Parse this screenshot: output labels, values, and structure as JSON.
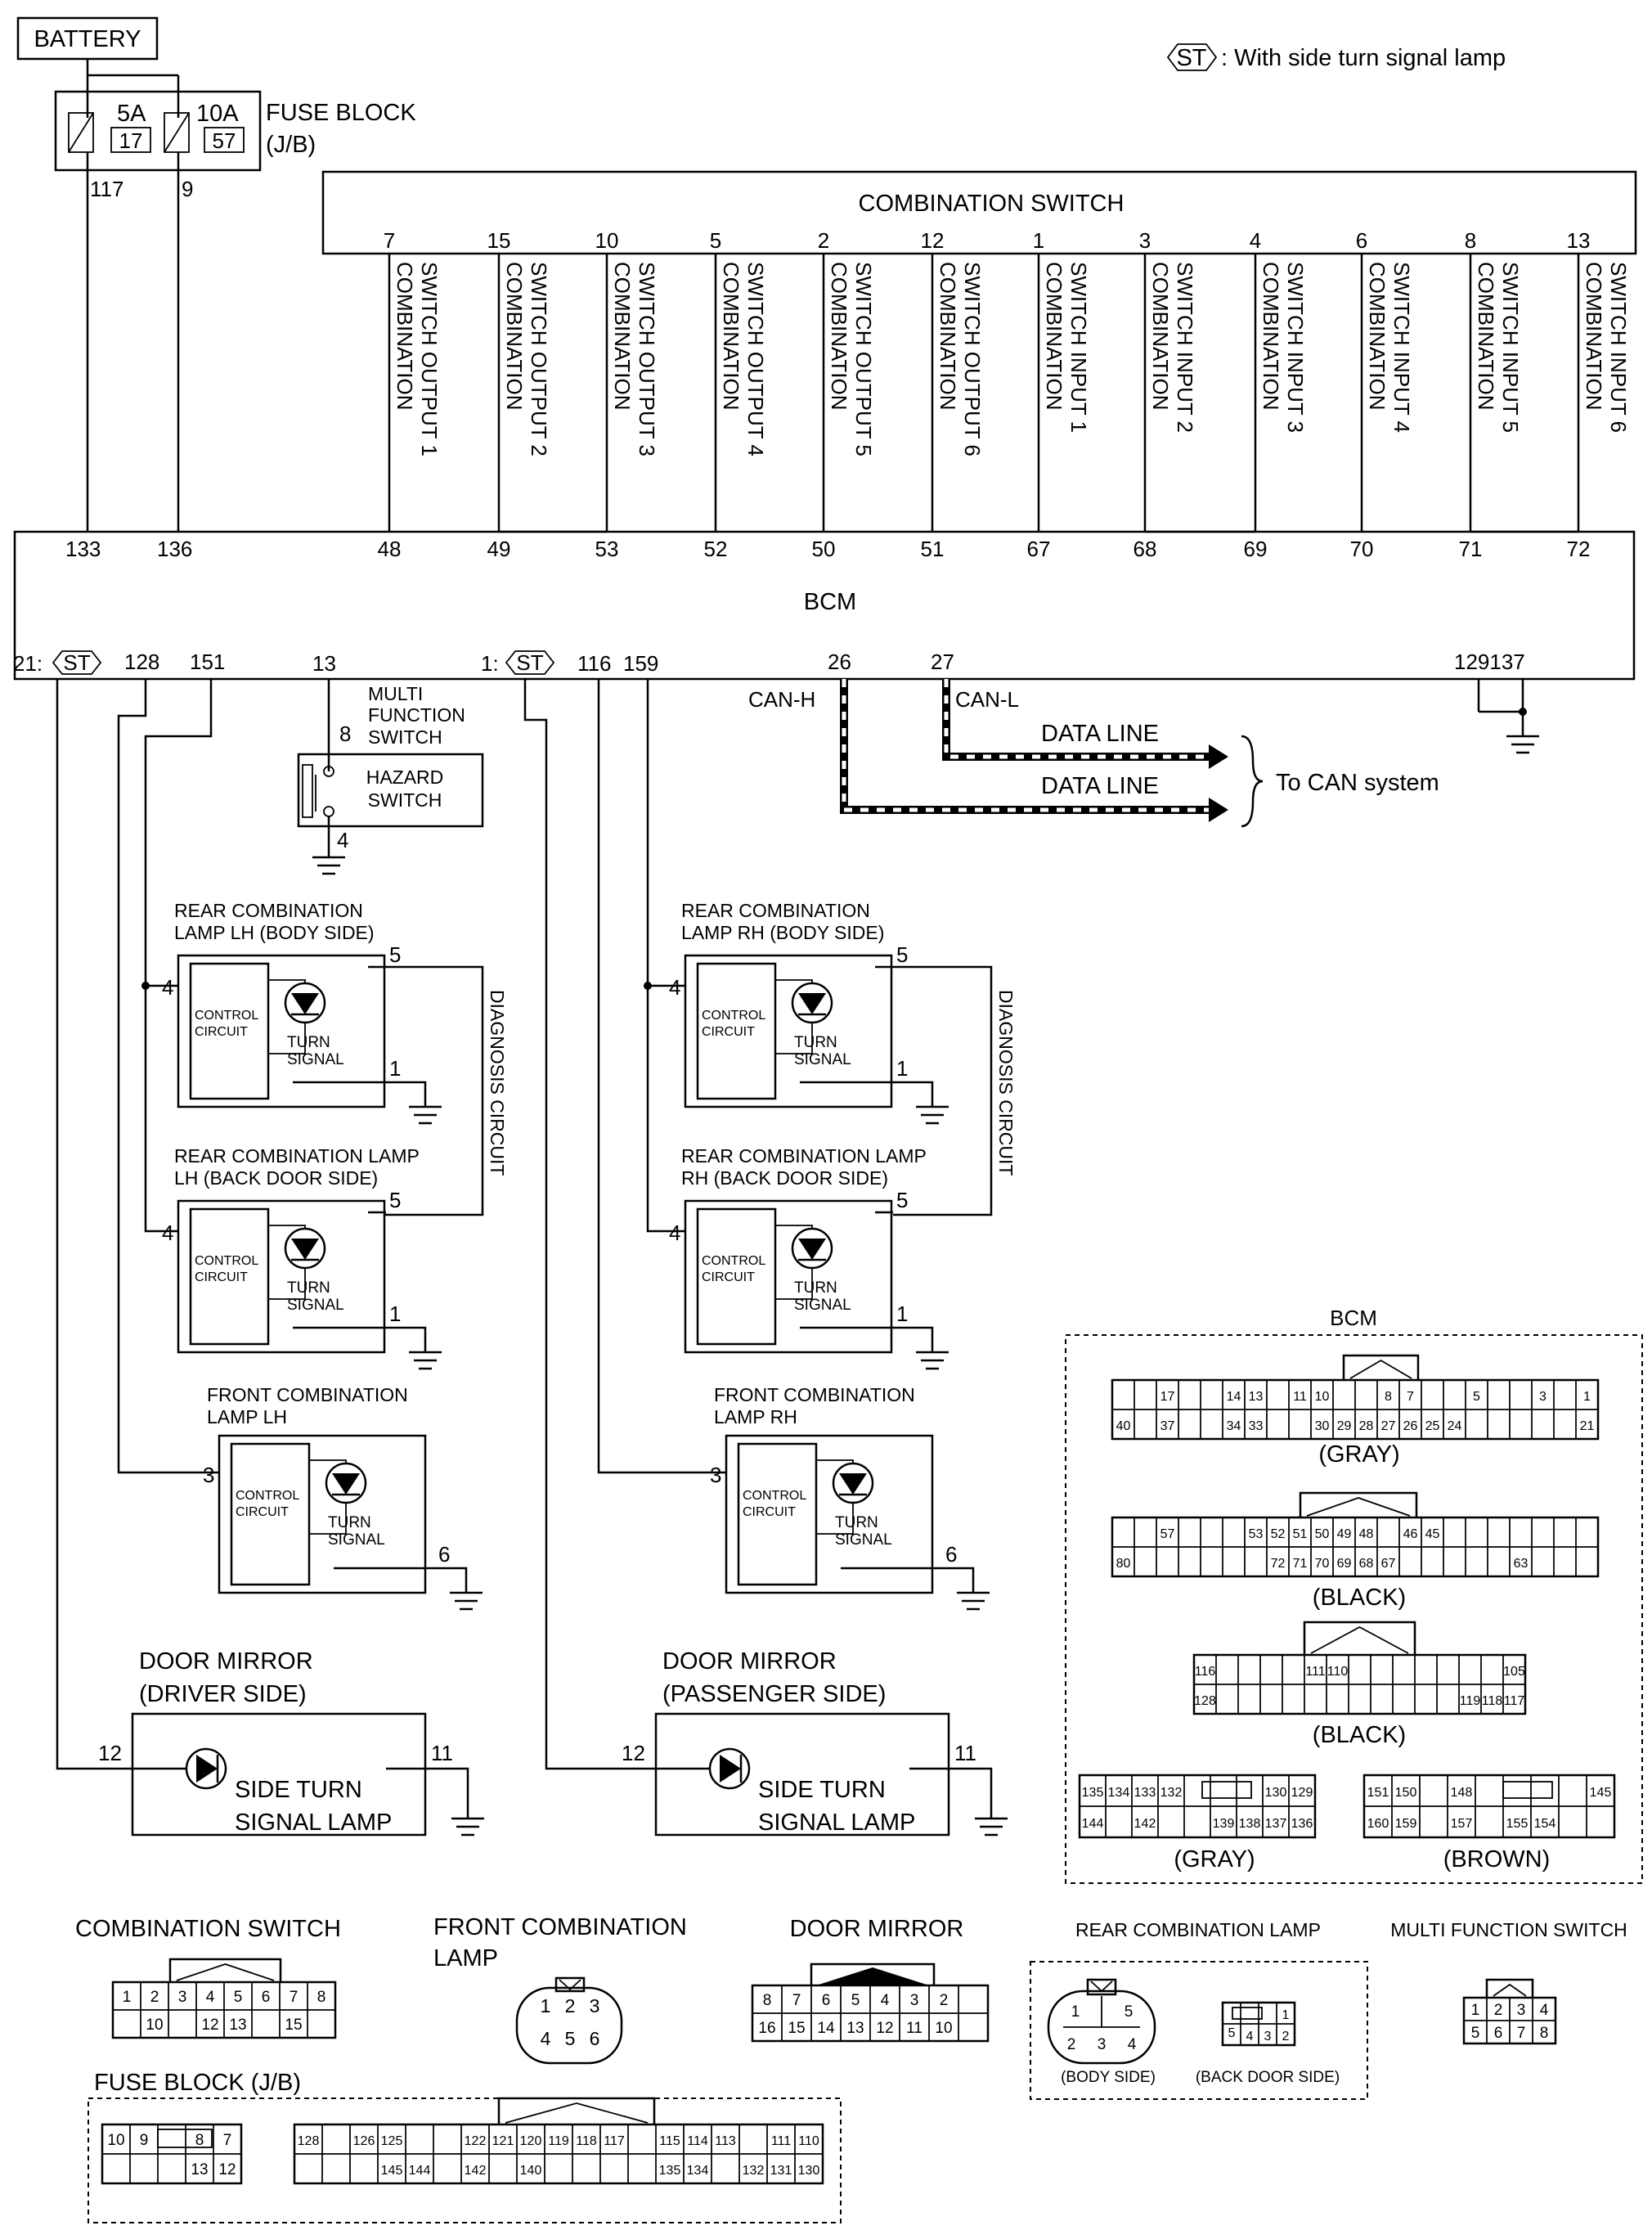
{
  "legend": {
    "code": "ST",
    "text": ": With side turn signal lamp"
  },
  "battery": {
    "label": "BATTERY"
  },
  "fuse_block": {
    "title": "FUSE BLOCK",
    "subtitle": "(J/B)",
    "fuses": [
      {
        "amps": "5A",
        "number": "17",
        "pin": "117"
      },
      {
        "amps": "10A",
        "number": "57",
        "pin": "9"
      }
    ]
  },
  "combination_switch": {
    "title": "COMBINATION SWITCH",
    "pins": [
      {
        "pin": "7",
        "name": "COMBINATION",
        "func": "SWITCH OUTPUT 1",
        "bcm": "48"
      },
      {
        "pin": "15",
        "name": "COMBINATION",
        "func": "SWITCH OUTPUT 2",
        "bcm": "49"
      },
      {
        "pin": "10",
        "name": "COMBINATION",
        "func": "SWITCH OUTPUT 3",
        "bcm": "53"
      },
      {
        "pin": "5",
        "name": "COMBINATION",
        "func": "SWITCH OUTPUT 4",
        "bcm": "52"
      },
      {
        "pin": "2",
        "name": "COMBINATION",
        "func": "SWITCH OUTPUT 5",
        "bcm": "50"
      },
      {
        "pin": "12",
        "name": "COMBINATION",
        "func": "SWITCH OUTPUT 6",
        "bcm": "51"
      },
      {
        "pin": "1",
        "name": "COMBINATION",
        "func": "SWITCH INPUT 1",
        "bcm": "67"
      },
      {
        "pin": "3",
        "name": "COMBINATION",
        "func": "SWITCH INPUT 2",
        "bcm": "68"
      },
      {
        "pin": "4",
        "name": "COMBINATION",
        "func": "SWITCH INPUT 3",
        "bcm": "69"
      },
      {
        "pin": "6",
        "name": "COMBINATION",
        "func": "SWITCH INPUT 4",
        "bcm": "70"
      },
      {
        "pin": "8",
        "name": "COMBINATION",
        "func": "SWITCH INPUT 5",
        "bcm": "71"
      },
      {
        "pin": "13",
        "name": "COMBINATION",
        "func": "SWITCH INPUT 6",
        "bcm": "72"
      }
    ]
  },
  "bcm": {
    "title": "BCM",
    "power_pins": [
      "133",
      "136"
    ],
    "bottom_pins": {
      "p21": "21:",
      "st": "ST",
      "p128": "128",
      "p151": "151",
      "p13": "13",
      "p1": "1:",
      "p116": "116",
      "p159": "159",
      "p26": "26",
      "p27": "27",
      "p129137": "129137"
    }
  },
  "can": {
    "h": "CAN-H",
    "l": "CAN-L",
    "line": "DATA LINE",
    "dest": "To CAN system"
  },
  "multi_function_switch": {
    "title": [
      "MULTI",
      "FUNCTION",
      "SWITCH"
    ],
    "box": [
      "HAZARD",
      "SWITCH"
    ],
    "pins": [
      "8",
      "4"
    ]
  },
  "lamps": [
    {
      "title": [
        "REAR COMBINATION",
        "LAMP LH (BODY SIDE)"
      ],
      "pin_in": "4",
      "pin_diag": "5",
      "pin_gnd": "1",
      "control": [
        "CONTROL",
        "CIRCUIT"
      ],
      "turn": [
        "TURN",
        "SIGNAL"
      ]
    },
    {
      "title": [
        "REAR COMBINATION LAMP",
        "LH (BACK DOOR SIDE)"
      ],
      "pin_in": "4",
      "pin_diag": "5",
      "pin_gnd": "1",
      "control": [
        "CONTROL",
        "CIRCUIT"
      ],
      "turn": [
        "TURN",
        "SIGNAL"
      ]
    },
    {
      "title": [
        "FRONT COMBINATION",
        "LAMP LH"
      ],
      "pin_in": "3",
      "pin_gnd": "6",
      "control": [
        "CONTROL",
        "CIRCUIT"
      ],
      "turn": [
        "TURN",
        "SIGNAL"
      ]
    },
    {
      "title": [
        "REAR COMBINATION",
        "LAMP RH (BODY SIDE)"
      ],
      "pin_in": "4",
      "pin_diag": "5",
      "pin_gnd": "1",
      "control": [
        "CONTROL",
        "CIRCUIT"
      ],
      "turn": [
        "TURN",
        "SIGNAL"
      ]
    },
    {
      "title": [
        "REAR COMBINATION LAMP",
        "RH (BACK DOOR SIDE)"
      ],
      "pin_in": "4",
      "pin_diag": "5",
      "pin_gnd": "1",
      "control": [
        "CONTROL",
        "CIRCUIT"
      ],
      "turn": [
        "TURN",
        "SIGNAL"
      ]
    },
    {
      "title": [
        "FRONT COMBINATION",
        "LAMP RH"
      ],
      "pin_in": "3",
      "pin_gnd": "6",
      "control": [
        "CONTROL",
        "CIRCUIT"
      ],
      "turn": [
        "TURN",
        "SIGNAL"
      ]
    }
  ],
  "diagnosis": "DIAGNOSIS CIRCUIT",
  "mirrors": [
    {
      "title": [
        "DOOR MIRROR",
        "(DRIVER SIDE)"
      ],
      "pin_in": "12",
      "pin_gnd": "11",
      "lamp": [
        "SIDE TURN",
        "SIGNAL LAMP"
      ]
    },
    {
      "title": [
        "DOOR MIRROR",
        "(PASSENGER SIDE)"
      ],
      "pin_in": "12",
      "pin_gnd": "11",
      "lamp": [
        "SIDE TURN",
        "SIGNAL LAMP"
      ]
    }
  ],
  "connectors": {
    "bcm_title": "BCM",
    "gray": "(GRAY)",
    "black": "(BLACK)",
    "brown": "(BROWN)",
    "bcm_c1": {
      "top": [
        "",
        "",
        "17",
        "",
        "",
        "14",
        "13",
        "",
        "11",
        "10",
        "",
        "",
        "8",
        "7",
        "",
        "",
        "5",
        "",
        "",
        "3",
        "",
        "1"
      ],
      "bottom": [
        "40",
        "",
        "37",
        "",
        "",
        "34",
        "33",
        "",
        "",
        "30",
        "29",
        "28",
        "27",
        "26",
        "25",
        "24",
        "",
        "",
        "",
        "",
        "",
        "21"
      ]
    },
    "bcm_c2": {
      "top": [
        "",
        "",
        "57",
        "",
        "",
        "",
        "53",
        "52",
        "51",
        "50",
        "49",
        "48",
        "",
        "46",
        "45",
        "",
        "",
        "",
        "",
        "",
        "",
        ""
      ],
      "bottom": [
        "80",
        "",
        "",
        "",
        "",
        "",
        "",
        "72",
        "71",
        "70",
        "69",
        "68",
        "67",
        "",
        "",
        "",
        "",
        "",
        "63",
        "",
        "",
        ""
      ]
    },
    "bcm_c3": {
      "top": [
        "116",
        "",
        "",
        "",
        "",
        "111",
        "110",
        "",
        "",
        "",
        "",
        "",
        "",
        "",
        "105"
      ],
      "bottom": [
        "128",
        "",
        "",
        "",
        "",
        "",
        "",
        "",
        "",
        "",
        "",
        "",
        "119",
        "118",
        "117"
      ]
    },
    "bcm_c4": {
      "top": [
        "135",
        "134",
        "133",
        "132",
        "",
        "",
        "",
        "130",
        "129"
      ],
      "bottom": [
        "144",
        "",
        "142",
        "",
        "",
        "139",
        "138",
        "137",
        "136"
      ]
    },
    "bcm_c5": {
      "top": [
        "151",
        "150",
        "",
        "148",
        "",
        "",
        "",
        "",
        "145"
      ],
      "bottom": [
        "160",
        "159",
        "",
        "157",
        "",
        "155",
        "154",
        "",
        ""
      ]
    },
    "comb_sw": {
      "title": "COMBINATION SWITCH",
      "top": [
        "1",
        "2",
        "3",
        "4",
        "5",
        "6",
        "7",
        "8"
      ],
      "bottom": [
        "",
        "10",
        "",
        "12",
        "13",
        "",
        "15",
        ""
      ]
    },
    "front_lamp": {
      "title": [
        "FRONT COMBINATION",
        "LAMP"
      ],
      "pins": [
        "1",
        "2",
        "3",
        "4",
        "5",
        "6"
      ]
    },
    "door_mirror": {
      "title": "DOOR MIRROR",
      "top": [
        "8",
        "7",
        "6",
        "5",
        "4",
        "3",
        "2",
        ""
      ],
      "bottom": [
        "16",
        "15",
        "14",
        "13",
        "12",
        "11",
        "10",
        ""
      ]
    },
    "rear_lamp": {
      "title": "REAR COMBINATION LAMP",
      "body": "(BODY SIDE)",
      "back": "(BACK DOOR SIDE)",
      "body_pins": [
        "1",
        "5",
        "2",
        "3",
        "4"
      ],
      "back_pins": [
        "1",
        "5",
        "4",
        "3",
        "2"
      ]
    },
    "mfs": {
      "title": "MULTI FUNCTION SWITCH",
      "pins": [
        "1",
        "2",
        "3",
        "4",
        "5",
        "6",
        "7",
        "8"
      ]
    },
    "fuse_jb": {
      "title": "FUSE BLOCK (J/B)",
      "left_top": [
        "10",
        "9",
        "",
        "8",
        "7"
      ],
      "left_bottom": [
        "",
        "",
        "",
        "13",
        "12"
      ],
      "right_top": [
        "128",
        "",
        "126",
        "125",
        "",
        "",
        "122",
        "121",
        "120",
        "119",
        "118",
        "117",
        "",
        "115",
        "114",
        "113",
        "",
        "111",
        "110"
      ],
      "right_bottom": [
        "",
        "",
        "",
        "145",
        "144",
        "",
        "142",
        "",
        "140",
        "",
        "",
        "",
        "",
        "135",
        "134",
        "",
        "132",
        "131",
        "130"
      ]
    }
  }
}
